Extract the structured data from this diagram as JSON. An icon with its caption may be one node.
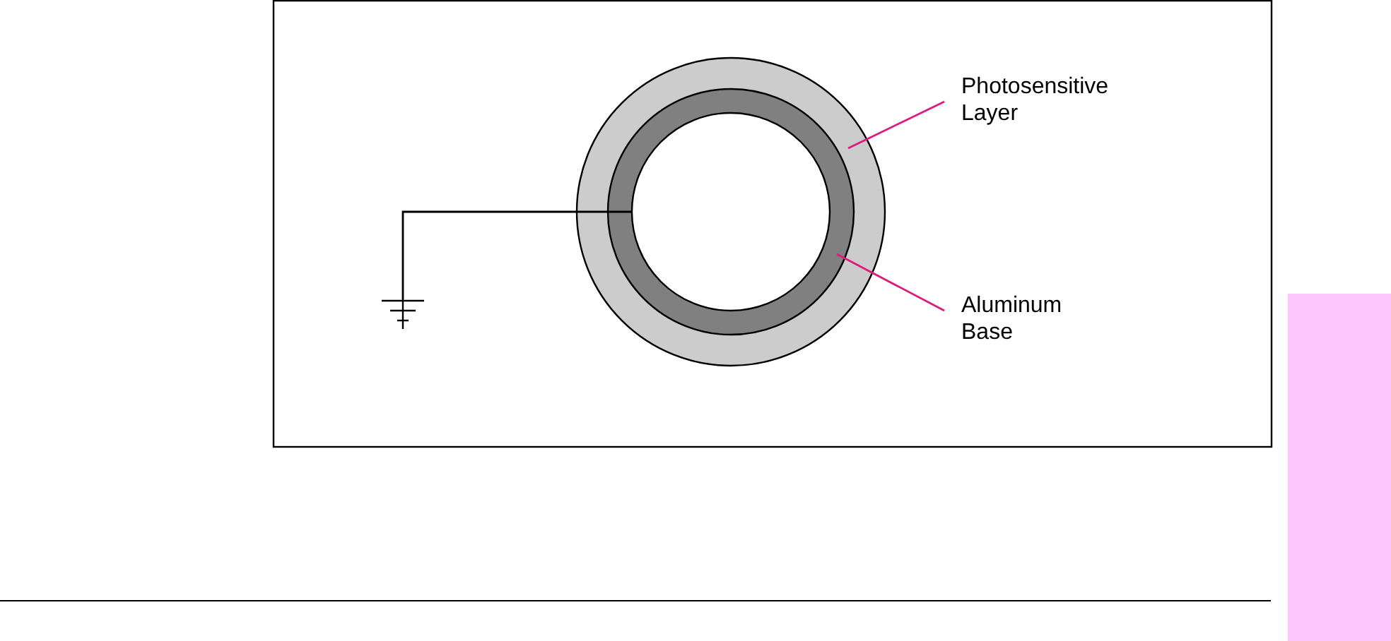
{
  "diagram": {
    "nodes": [
      {
        "text": [
          "Photosensitive Layer"
        ]
      },
      {
        "text": [],
        "shape": "circle"
      },
      {
        "text": [
          "Aluminum Base"
        ]
      },
      {
        "text": [],
        "shape": "circle",
        "in": 1
      },
      {
        "text": [],
        "shape": "ground"
      }
    ],
    "edges": [
      {
        "from": 0,
        "to": 1,
        "arrow": "none",
        "color": "#e0197d"
      },
      {
        "from": 2,
        "to": 3,
        "arrow": "none",
        "color": "#e0197d"
      },
      {
        "from": 3,
        "to": 4,
        "arrow": "none",
        "color": "#000000"
      }
    ]
  }
}
